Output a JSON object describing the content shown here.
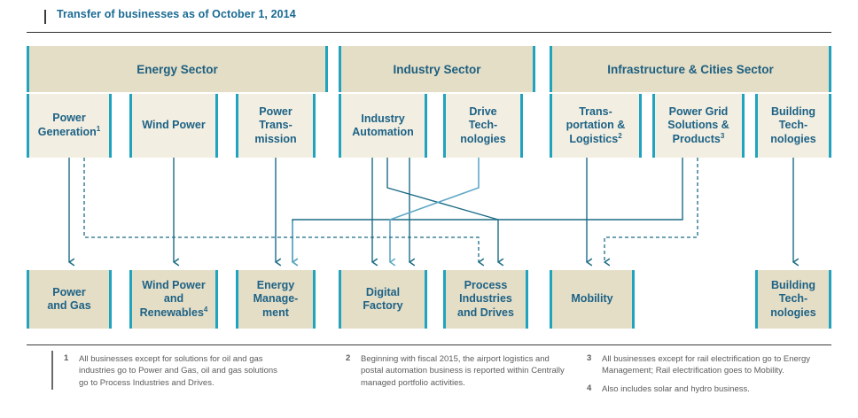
{
  "title": "Transfer of businesses as of October 1, 2014",
  "colors": {
    "accent_teal": "#1fa3bf",
    "header_fill": "#e5dec6",
    "division_fill": "#f2eee1",
    "text_blue": "#1d6286",
    "title_blue": "#1a6a93",
    "wire_dark": "#1b6c85",
    "wire_light": "#5fa8c6",
    "footnote_gray": "#5c5c5c"
  },
  "sectors": [
    {
      "label": "Energy Sector"
    },
    {
      "label": "Industry Sector"
    },
    {
      "label": "Infrastructure & Cities Sector"
    }
  ],
  "divisions": [
    {
      "label": "Power\nGeneration",
      "footnote": "1"
    },
    {
      "label": "Wind Power",
      "footnote": ""
    },
    {
      "label": "Power\nTrans-\nmission",
      "footnote": ""
    },
    {
      "label": "Industry\nAutomation",
      "footnote": ""
    },
    {
      "label": "Drive\nTech-\nnologies",
      "footnote": ""
    },
    {
      "label": "Trans-\nportation &\nLogistics",
      "footnote": "2"
    },
    {
      "label": "Power Grid\nSolutions &\nProducts",
      "footnote": "3"
    },
    {
      "label": "Building\nTech-\nnologies",
      "footnote": ""
    }
  ],
  "targets": [
    {
      "label": "Power\nand Gas",
      "footnote": ""
    },
    {
      "label": "Wind Power\nand\nRenewables",
      "footnote": "4"
    },
    {
      "label": "Energy\nManage-\nment",
      "footnote": ""
    },
    {
      "label": "Digital\nFactory",
      "footnote": ""
    },
    {
      "label": "Process\nIndustries\nand Drives",
      "footnote": ""
    },
    {
      "label": "Mobility",
      "footnote": ""
    },
    {
      "label": "Building\nTech-\nnologies",
      "footnote": ""
    }
  ],
  "footnotes": [
    {
      "num": "1",
      "text": "All businesses except for solutions for oil and gas industries go to Power and Gas, oil and gas solutions go to Process Industries and Drives."
    },
    {
      "num": "2",
      "text": "Beginning with fiscal 2015, the airport logistics and postal automation business is reported within Centrally managed portfolio activities."
    },
    {
      "num": "3",
      "text": "All businesses except for rail electrification go to Energy Management; Rail electrification goes to Mobility."
    },
    {
      "num": "4",
      "text": "Also includes solar and hydro business."
    }
  ]
}
